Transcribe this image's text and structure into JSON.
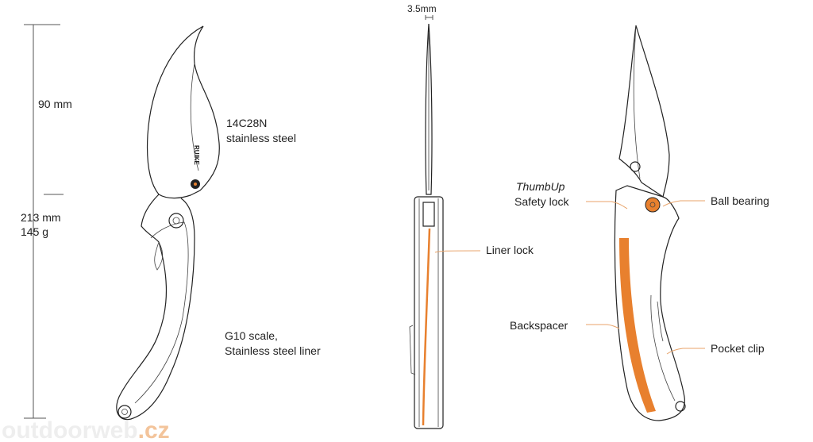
{
  "dimensions": {
    "blade_length": "90 mm",
    "total_length": "213 mm",
    "weight": "145 g",
    "thickness": "3.5mm"
  },
  "labels": {
    "blade_steel_line1": "14C28N",
    "blade_steel_line2": "stainless steel",
    "handle_line1": "G10 scale,",
    "handle_line2": "Stainless steel liner",
    "liner_lock": "Liner lock",
    "thumbup": "ThumbUp",
    "safety_lock": "Safety lock",
    "ball_bearing": "Ball bearing",
    "backspacer": "Backspacer",
    "pocket_clip": "Pocket clip"
  },
  "logo": "RUIKE",
  "watermark": {
    "main": "outdoorweb",
    "suffix": ".cz"
  },
  "colors": {
    "accent": "#e8802e",
    "line": "#222222"
  }
}
